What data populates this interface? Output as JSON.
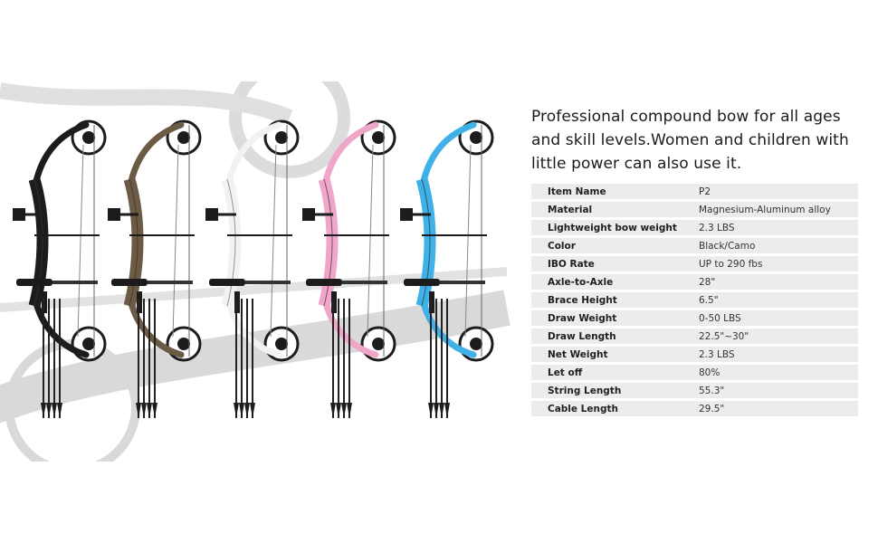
{
  "product": {
    "headline": "Professional compound bow for all ages and skill levels.Women and children with little power can also use it.",
    "specs": [
      {
        "label": "Item Name",
        "value": "P2"
      },
      {
        "label": "Material",
        "value": "Magnesium-Aluminum alloy"
      },
      {
        "label": "Lightweight bow weight",
        "value": "2.3 LBS"
      },
      {
        "label": "Color",
        "value": "Black/Camo"
      },
      {
        "label": "IBO Rate",
        "value": "UP to 290 fbs"
      },
      {
        "label": "Axle-to-Axle",
        "value": "28\""
      },
      {
        "label": "Brace Height",
        "value": "6.5\""
      },
      {
        "label": "Draw Weight",
        "value": "0-50 LBS"
      },
      {
        "label": "Draw Length",
        "value": "22.5\"~30\""
      },
      {
        "label": "Net Weight",
        "value": "2.3 LBS"
      },
      {
        "label": "Let off",
        "value": "80%"
      },
      {
        "label": "String Length",
        "value": "55.3\""
      },
      {
        "label": "Cable Length",
        "value": "29.5\""
      }
    ],
    "bow_colors": [
      {
        "name": "black",
        "riser": "#1c1c1c",
        "accent": "#3a3a3a"
      },
      {
        "name": "camo",
        "riser": "#6b5a44",
        "accent": "#2d2a24"
      },
      {
        "name": "white",
        "riser": "#f2f2f2",
        "accent": "#1c1c1c"
      },
      {
        "name": "pink",
        "riser": "#f0a6c8",
        "accent": "#1c1c1c"
      },
      {
        "name": "blue",
        "riser": "#3fb1e6",
        "accent": "#1c1c1c"
      }
    ]
  }
}
